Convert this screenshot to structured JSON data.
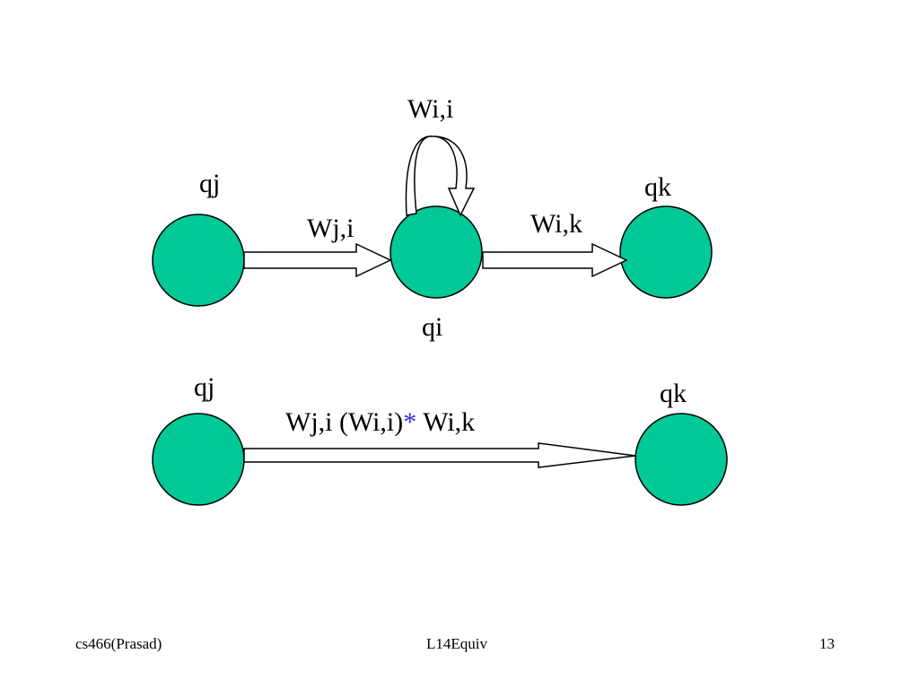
{
  "colors": {
    "node_fill": "#00c896",
    "node_stroke": "#000000",
    "star": "#3333cc"
  },
  "top_diagram": {
    "nodes": {
      "qj": "qj",
      "qi": "qi",
      "qk": "qk"
    },
    "edges": {
      "self_loop": "Wi,i",
      "j_to_i": "Wj,i",
      "i_to_k": "Wi,k"
    }
  },
  "bottom_diagram": {
    "nodes": {
      "qj": "qj",
      "qk": "qk"
    },
    "edge_label": {
      "prefix": "Wj,i (Wi,i)",
      "star": "*",
      "suffix": " Wi,k"
    }
  },
  "footer": {
    "left": "cs466(Prasad)",
    "center": "L14Equiv",
    "right": "13"
  }
}
